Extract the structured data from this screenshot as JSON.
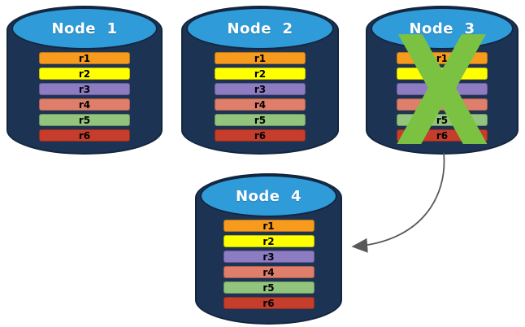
{
  "colors": {
    "background": "#ffffff",
    "cylinder_body": "#1d3354",
    "cylinder_outline": "#13263f",
    "cap_fill": "#2f9cd9",
    "title_text": "#ffffff",
    "row_text": "#000000",
    "failure_x": "#7cc242",
    "arrow": "#595959"
  },
  "nodes": [
    {
      "title": "Node  1",
      "rows": [
        {
          "label": "r1",
          "color": "#f79b1f"
        },
        {
          "label": "r2",
          "color": "#ffff00"
        },
        {
          "label": "r3",
          "color": "#8e7cc3"
        },
        {
          "label": "r4",
          "color": "#de7e6b"
        },
        {
          "label": "r5",
          "color": "#93c47d"
        },
        {
          "label": "r6",
          "color": "#c63d2b"
        }
      ]
    },
    {
      "title": "Node  2",
      "rows": [
        {
          "label": "r1",
          "color": "#f79b1f"
        },
        {
          "label": "r2",
          "color": "#ffff00"
        },
        {
          "label": "r3",
          "color": "#8e7cc3"
        },
        {
          "label": "r4",
          "color": "#de7e6b"
        },
        {
          "label": "r5",
          "color": "#93c47d"
        },
        {
          "label": "r6",
          "color": "#c63d2b"
        }
      ]
    },
    {
      "title": "Node  3",
      "rows": [
        {
          "label": "r1",
          "color": "#f79b1f"
        },
        {
          "label": "r2",
          "color": "#ffff00"
        },
        {
          "label": "r3",
          "color": "#8e7cc3"
        },
        {
          "label": "r4",
          "color": "#de7e6b"
        },
        {
          "label": "r5",
          "color": "#93c47d"
        },
        {
          "label": "r6",
          "color": "#c63d2b"
        }
      ]
    },
    {
      "title": "Node  4",
      "rows": [
        {
          "label": "r1",
          "color": "#f79b1f"
        },
        {
          "label": "r2",
          "color": "#ffff00"
        },
        {
          "label": "r3",
          "color": "#8e7cc3"
        },
        {
          "label": "r4",
          "color": "#de7e6b"
        },
        {
          "label": "r5",
          "color": "#93c47d"
        },
        {
          "label": "r6",
          "color": "#c63d2b"
        }
      ]
    }
  ],
  "failure_mark": {
    "glyph": "X",
    "color": "#7cc242",
    "on_node": "Node 3"
  },
  "arrow": {
    "from": "Node 3",
    "to": "Node 4",
    "color": "#595959"
  }
}
